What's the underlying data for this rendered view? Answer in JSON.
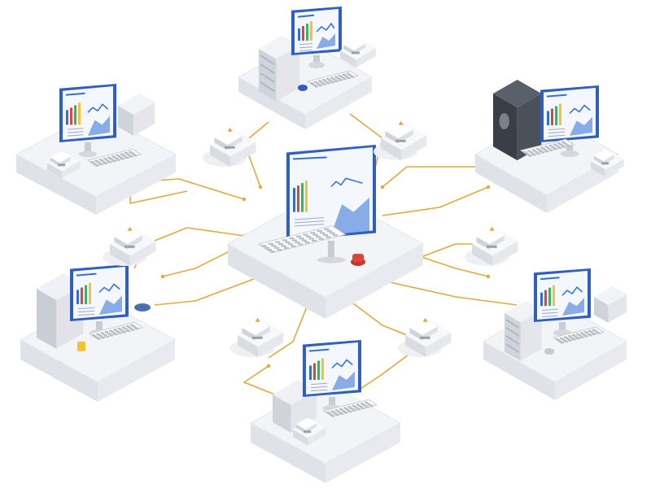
{
  "diagram": {
    "kind": "isometric-network-illustration",
    "printed_text": [],
    "palette": {
      "background": "#ffffff",
      "platform_top": "#f3f4f7",
      "platform_left": "#dfe2e8",
      "platform_right": "#e8eaef",
      "connector": "#e0a93a",
      "screen_frame": "#2f5fbf",
      "screen_bg": "#f4f7fd",
      "chart_blue": "#2f6fd6",
      "chart_red": "#e0443a",
      "chart_green": "#3fae6a",
      "chart_yellow": "#f1c232",
      "tower_dark": "#3a3f47",
      "device_body": "#eceef2"
    },
    "central_node": {
      "name": "central-workstation",
      "icons": [
        "monitor-icon",
        "keyboard-icon",
        "red-device-icon"
      ]
    },
    "workstations": [
      {
        "name": "top-workstation",
        "icons": [
          "monitor-icon",
          "server-rack-icon",
          "keyboard-icon",
          "printer-icon"
        ]
      },
      {
        "name": "upper-left-workstation",
        "icons": [
          "monitor-icon",
          "server-box-icon",
          "keyboard-icon"
        ]
      },
      {
        "name": "upper-right-workstation",
        "icons": [
          "monitor-icon",
          "dark-tower-icon",
          "keyboard-icon",
          "printer-icon"
        ]
      },
      {
        "name": "lower-left-workstation",
        "icons": [
          "monitor-icon",
          "pc-tower-icon",
          "keyboard-icon",
          "cup-icon"
        ]
      },
      {
        "name": "lower-right-workstation",
        "icons": [
          "monitor-icon",
          "server-rack-icon",
          "keyboard-icon",
          "mouse-icon"
        ]
      },
      {
        "name": "bottom-workstation",
        "icons": [
          "monitor-icon",
          "server-box-icon",
          "keyboard-icon",
          "printer-icon"
        ]
      }
    ],
    "peripherals": [
      {
        "name": "printer-node-top-left",
        "icon": "printer-icon"
      },
      {
        "name": "printer-node-top-right",
        "icon": "printer-icon"
      },
      {
        "name": "printer-node-left",
        "icon": "printer-icon"
      },
      {
        "name": "printer-node-right",
        "icon": "printer-icon"
      },
      {
        "name": "printer-node-bottom-left",
        "icon": "printer-icon"
      },
      {
        "name": "printer-node-bottom-right",
        "icon": "printer-icon"
      }
    ]
  }
}
